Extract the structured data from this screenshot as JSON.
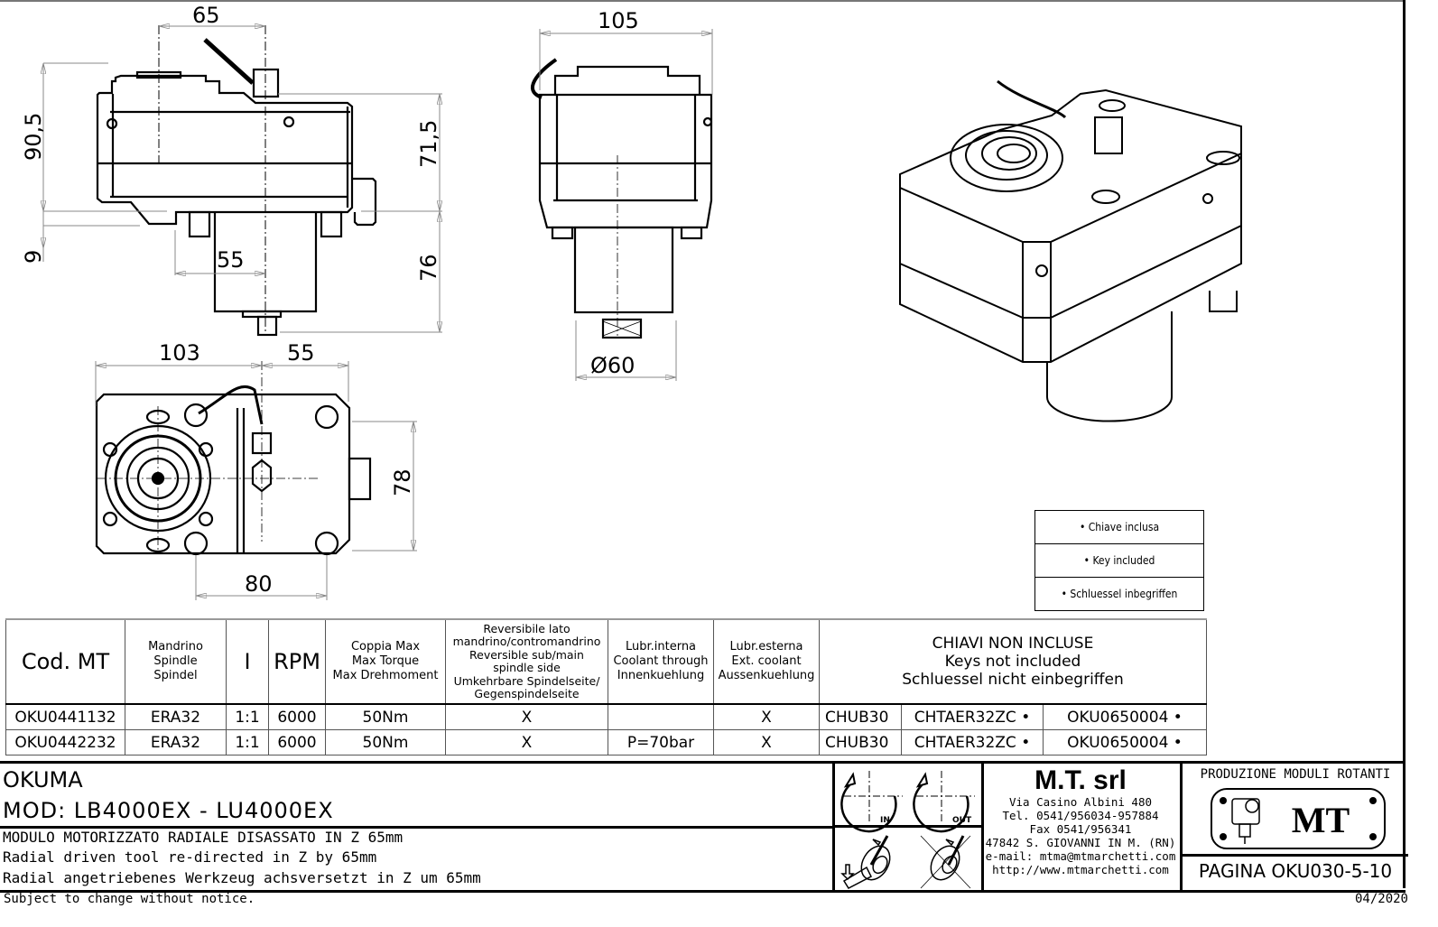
{
  "drawing": {
    "dimensions": {
      "side_view": [
        "65",
        "90,5",
        "9",
        "71,5",
        "76",
        "55"
      ],
      "front_view": [
        "105",
        "Ø60"
      ],
      "top_view": [
        "103",
        "55",
        "78",
        "80"
      ]
    },
    "keys_note": [
      "• Chiave inclusa",
      "• Key included",
      "• Schluessel inbegriffen"
    ]
  },
  "spec_table": {
    "headers": {
      "code": "Cod. MT",
      "spindle": [
        "Mandrino",
        "Spindle",
        "Spindel"
      ],
      "ratio": "I",
      "rpm": "RPM",
      "torque": [
        "Coppia Max",
        "Max Torque",
        "Max Drehmoment"
      ],
      "reversible": [
        "Reversibile lato",
        "mandrino/contromandrino",
        "Reversible sub/main",
        "spindle side",
        "Umkehrbare Spindelseite/",
        "Gegenspindelseite"
      ],
      "internal_coolant": [
        "Lubr.interna",
        "Coolant through",
        "Innenkuehlung"
      ],
      "external_coolant": [
        "Lubr.esterna",
        "Ext. coolant",
        "Aussenkuehlung"
      ],
      "keys": [
        "CHIAVI NON INCLUSE",
        "Keys not included",
        "Schluessel nicht einbegriffen"
      ]
    },
    "rows": [
      {
        "code": "OKU0441132",
        "spindle": "ERA32",
        "ratio": "1:1",
        "rpm": "6000",
        "torque": "50Nm",
        "reversible": "X",
        "internal_coolant": "",
        "external_coolant": "X",
        "key1": "CHUB30",
        "key2": "CHTAER32ZC •",
        "key3": "OKU0650004 •"
      },
      {
        "code": "OKU0442232",
        "spindle": "ERA32",
        "ratio": "1:1",
        "rpm": "6000",
        "torque": "50Nm",
        "reversible": "X",
        "internal_coolant": "P=70bar",
        "external_coolant": "X",
        "key1": "CHUB30",
        "key2": "CHTAER32ZC •",
        "key3": "OKU0650004 •"
      }
    ]
  },
  "title_block": {
    "brand": "OKUMA",
    "model": "MOD: LB4000EX - LU4000EX",
    "description": [
      "MODULO MOTORIZZATO RADIALE DISASSATO IN Z 65mm",
      "Radial driven tool re-directed in Z by 65mm",
      "Radial angetriebenes Werkzeug achsversetzt in Z um 65mm"
    ],
    "rotation_labels": {
      "in": "IN",
      "out": "OUT"
    },
    "company": {
      "name": "M.T. srl",
      "lines": [
        "Via Casino Albini 480",
        "Tel. 0541/956034-957884",
        "Fax 0541/956341",
        "47842 S. GIOVANNI IN M. (RN)",
        "e-mail: mtma@mtmarchetti.com",
        "http://www.mtmarchetti.com"
      ]
    },
    "production": "PRODUZIONE MODULI ROTANTI",
    "logo_text": "MT",
    "page": "PAGINA OKU030-5-10"
  },
  "footer": {
    "notice": "Subject to change without notice.",
    "date": "04/2020"
  }
}
